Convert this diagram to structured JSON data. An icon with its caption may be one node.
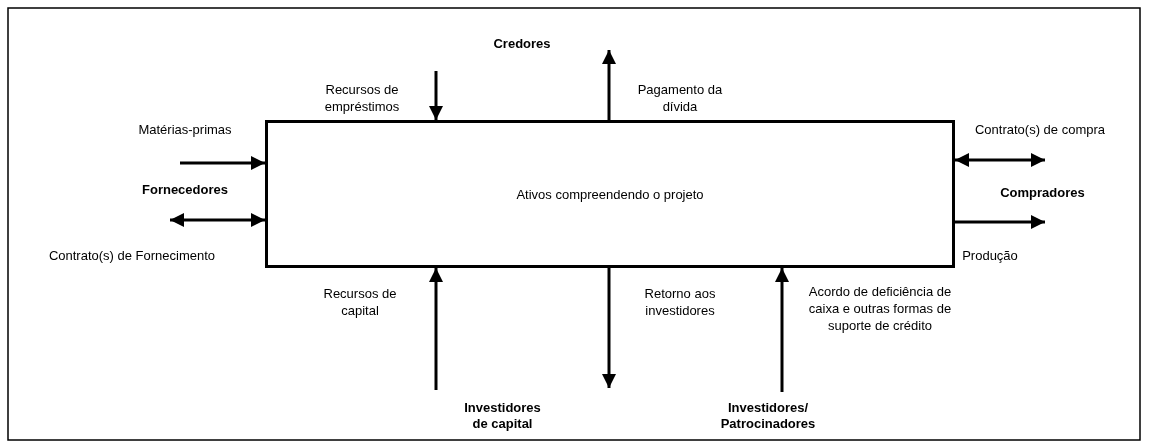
{
  "diagram": {
    "nodes": [
      {
        "text": [
          "Ativos compreendendo o projeto"
        ]
      },
      {
        "text": [
          "Credores"
        ]
      },
      {
        "text": [
          "Fornecedores"
        ]
      },
      {
        "text": [
          "Compradores"
        ]
      },
      {
        "text": [
          "Investidores de capital"
        ]
      },
      {
        "text": [
          "Investidores/ Patrocinadores"
        ]
      }
    ],
    "edges": [
      {
        "from": 1,
        "to": 0,
        "arrow": "to",
        "label": "Recursos de empréstimos"
      },
      {
        "from": 0,
        "to": 1,
        "arrow": "to",
        "label": "Pagamento da dívida"
      },
      {
        "from": 2,
        "to": 0,
        "arrow": "to",
        "label": "Matérias-primas"
      },
      {
        "from": 2,
        "to": 0,
        "arrow": "both",
        "label": "Contrato(s) de Fornecimento"
      },
      {
        "from": 0,
        "to": 3,
        "arrow": "both",
        "label": "Contrato(s) de compra"
      },
      {
        "from": 0,
        "to": 3,
        "arrow": "to",
        "label": "Produção"
      },
      {
        "from": 4,
        "to": 0,
        "arrow": "to",
        "label": "Recursos de capital"
      },
      {
        "from": 0,
        "to": 4,
        "arrow": "to",
        "label": "Retorno aos investidores"
      },
      {
        "from": 5,
        "to": 0,
        "arrow": "to",
        "label": "Acordo de deficiência de caixa e outras formas de suporte de crédito"
      }
    ]
  }
}
